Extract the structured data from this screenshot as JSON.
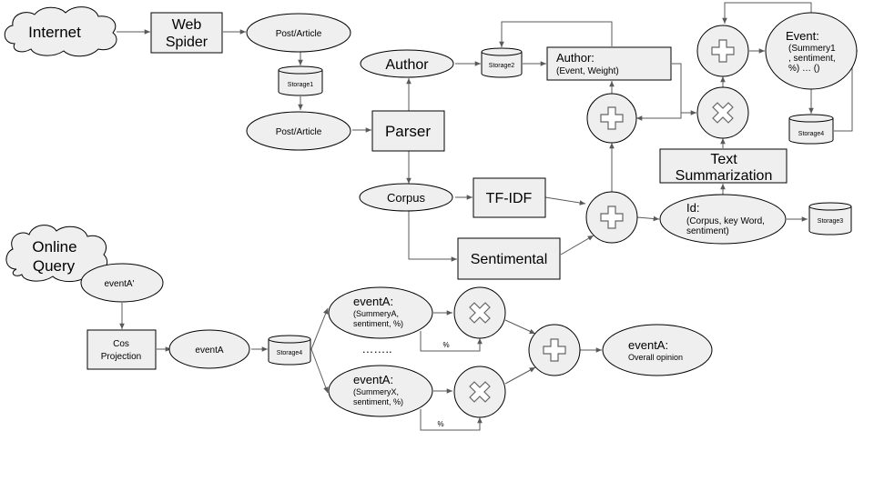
{
  "nodes": {
    "internet": "Internet",
    "web_spider": [
      "Web",
      "Spider"
    ],
    "post_article_top": "Post/Article",
    "storage1": "Storage1",
    "post_article_mid": "Post/Article",
    "author": "Author",
    "parser": "Parser",
    "corpus": "Corpus",
    "tfidf": "TF-IDF",
    "sentimental": "Sentimental",
    "storage2": "Storage2",
    "author_box": {
      "title": "Author:",
      "sub": "(Event, Weight)"
    },
    "text_summarization": [
      "Text",
      "Summarization"
    ],
    "event": {
      "title": "Event:",
      "lines": [
        "(Summery1",
        ", sentiment,",
        "%) … ()"
      ]
    },
    "storage4_top": "Storage4",
    "id_node": {
      "title": "Id:",
      "lines": [
        "(Corpus, key Word,",
        "sentiment)"
      ]
    },
    "storage3": "Storage3",
    "online_query": [
      "Online",
      "Query"
    ],
    "eventA_prime": "eventA'",
    "cos_projection": [
      "Cos",
      "Projection"
    ],
    "eventA_query": "eventA",
    "storage4_bottom": "Storage4",
    "eventA_top": {
      "title": "eventA:",
      "lines": [
        "(SummeryA,",
        "sentiment, %)"
      ]
    },
    "ellipsis": "……..",
    "eventA_bottom": {
      "title": "eventA:",
      "lines": [
        "(SummeryX,",
        "sentiment, %)"
      ]
    },
    "percent_top": "%",
    "percent_bottom": "%",
    "eventA_overall": {
      "title": "eventA:",
      "sub": "Overall opinion"
    }
  },
  "colors": {
    "fill": "#efefef",
    "stroke": "#000000",
    "edge": "#595959",
    "glyph": "#666666"
  },
  "icons": {
    "plus": "plus-icon",
    "times": "times-icon"
  }
}
